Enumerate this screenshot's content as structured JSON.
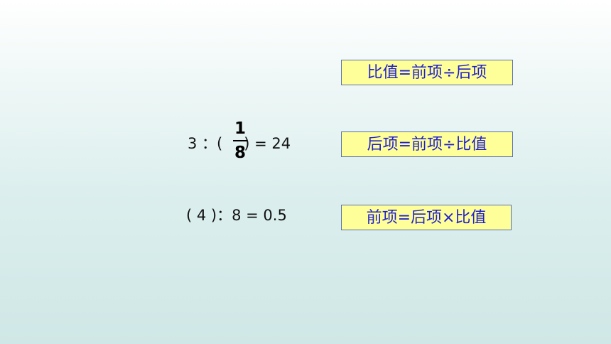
{
  "formulas": {
    "ratio": "比值=前项÷后项",
    "latter": "后项=前项÷比值",
    "former": "前项=后项×比值"
  },
  "equation1": {
    "prefix": "3 ：(",
    "numerator": "1",
    "denominator": "8",
    "suffix": ") = 24"
  },
  "equation2": {
    "text": "( 4 )：8 = 0.5"
  }
}
